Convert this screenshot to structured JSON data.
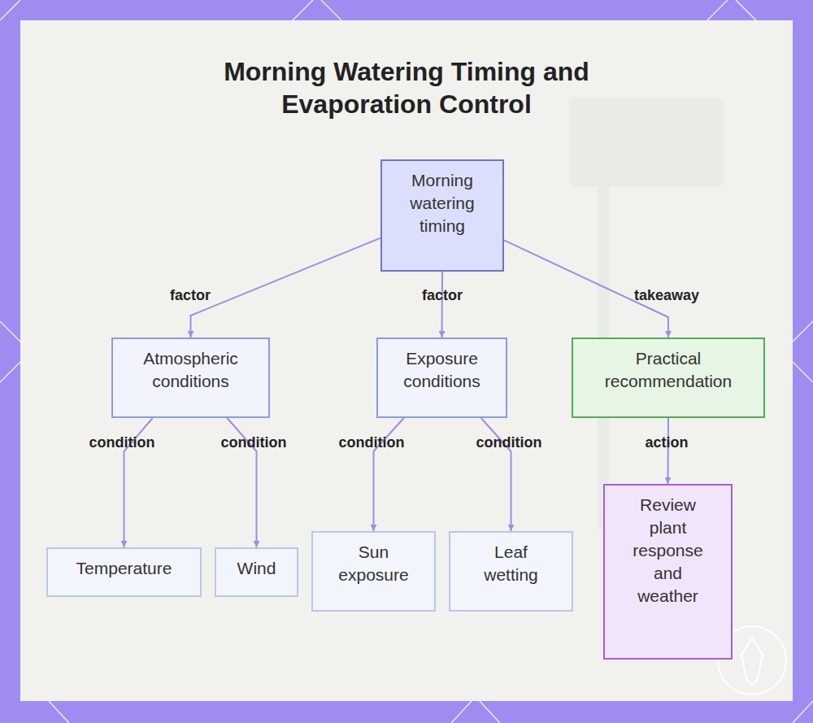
{
  "diagram": {
    "title": "Morning Watering Timing and Evaporation Control",
    "nodes": [
      {
        "text": [
          "Morning watering timing"
        ]
      },
      {
        "text": [
          "Atmospheric conditions"
        ]
      },
      {
        "text": [
          "Exposure conditions"
        ]
      },
      {
        "text": [
          "Practical recommendation"
        ]
      },
      {
        "text": [
          "Temperature"
        ]
      },
      {
        "text": [
          "Wind"
        ]
      },
      {
        "text": [
          "Sun exposure"
        ]
      },
      {
        "text": [
          "Leaf wetting"
        ]
      },
      {
        "text": [
          "Review plant response and weather"
        ]
      }
    ],
    "edges": [
      {
        "from": 0,
        "to": 1,
        "label": "factor",
        "arrow": "to"
      },
      {
        "from": 0,
        "to": 2,
        "label": "factor",
        "arrow": "to"
      },
      {
        "from": 0,
        "to": 3,
        "label": "takeaway",
        "arrow": "to"
      },
      {
        "from": 1,
        "to": 4,
        "label": "condition",
        "arrow": "to"
      },
      {
        "from": 1,
        "to": 5,
        "label": "condition",
        "arrow": "to"
      },
      {
        "from": 2,
        "to": 6,
        "label": "condition",
        "arrow": "to"
      },
      {
        "from": 2,
        "to": 7,
        "label": "condition",
        "arrow": "to"
      },
      {
        "from": 3,
        "to": 8,
        "label": "action",
        "arrow": "to"
      }
    ]
  }
}
